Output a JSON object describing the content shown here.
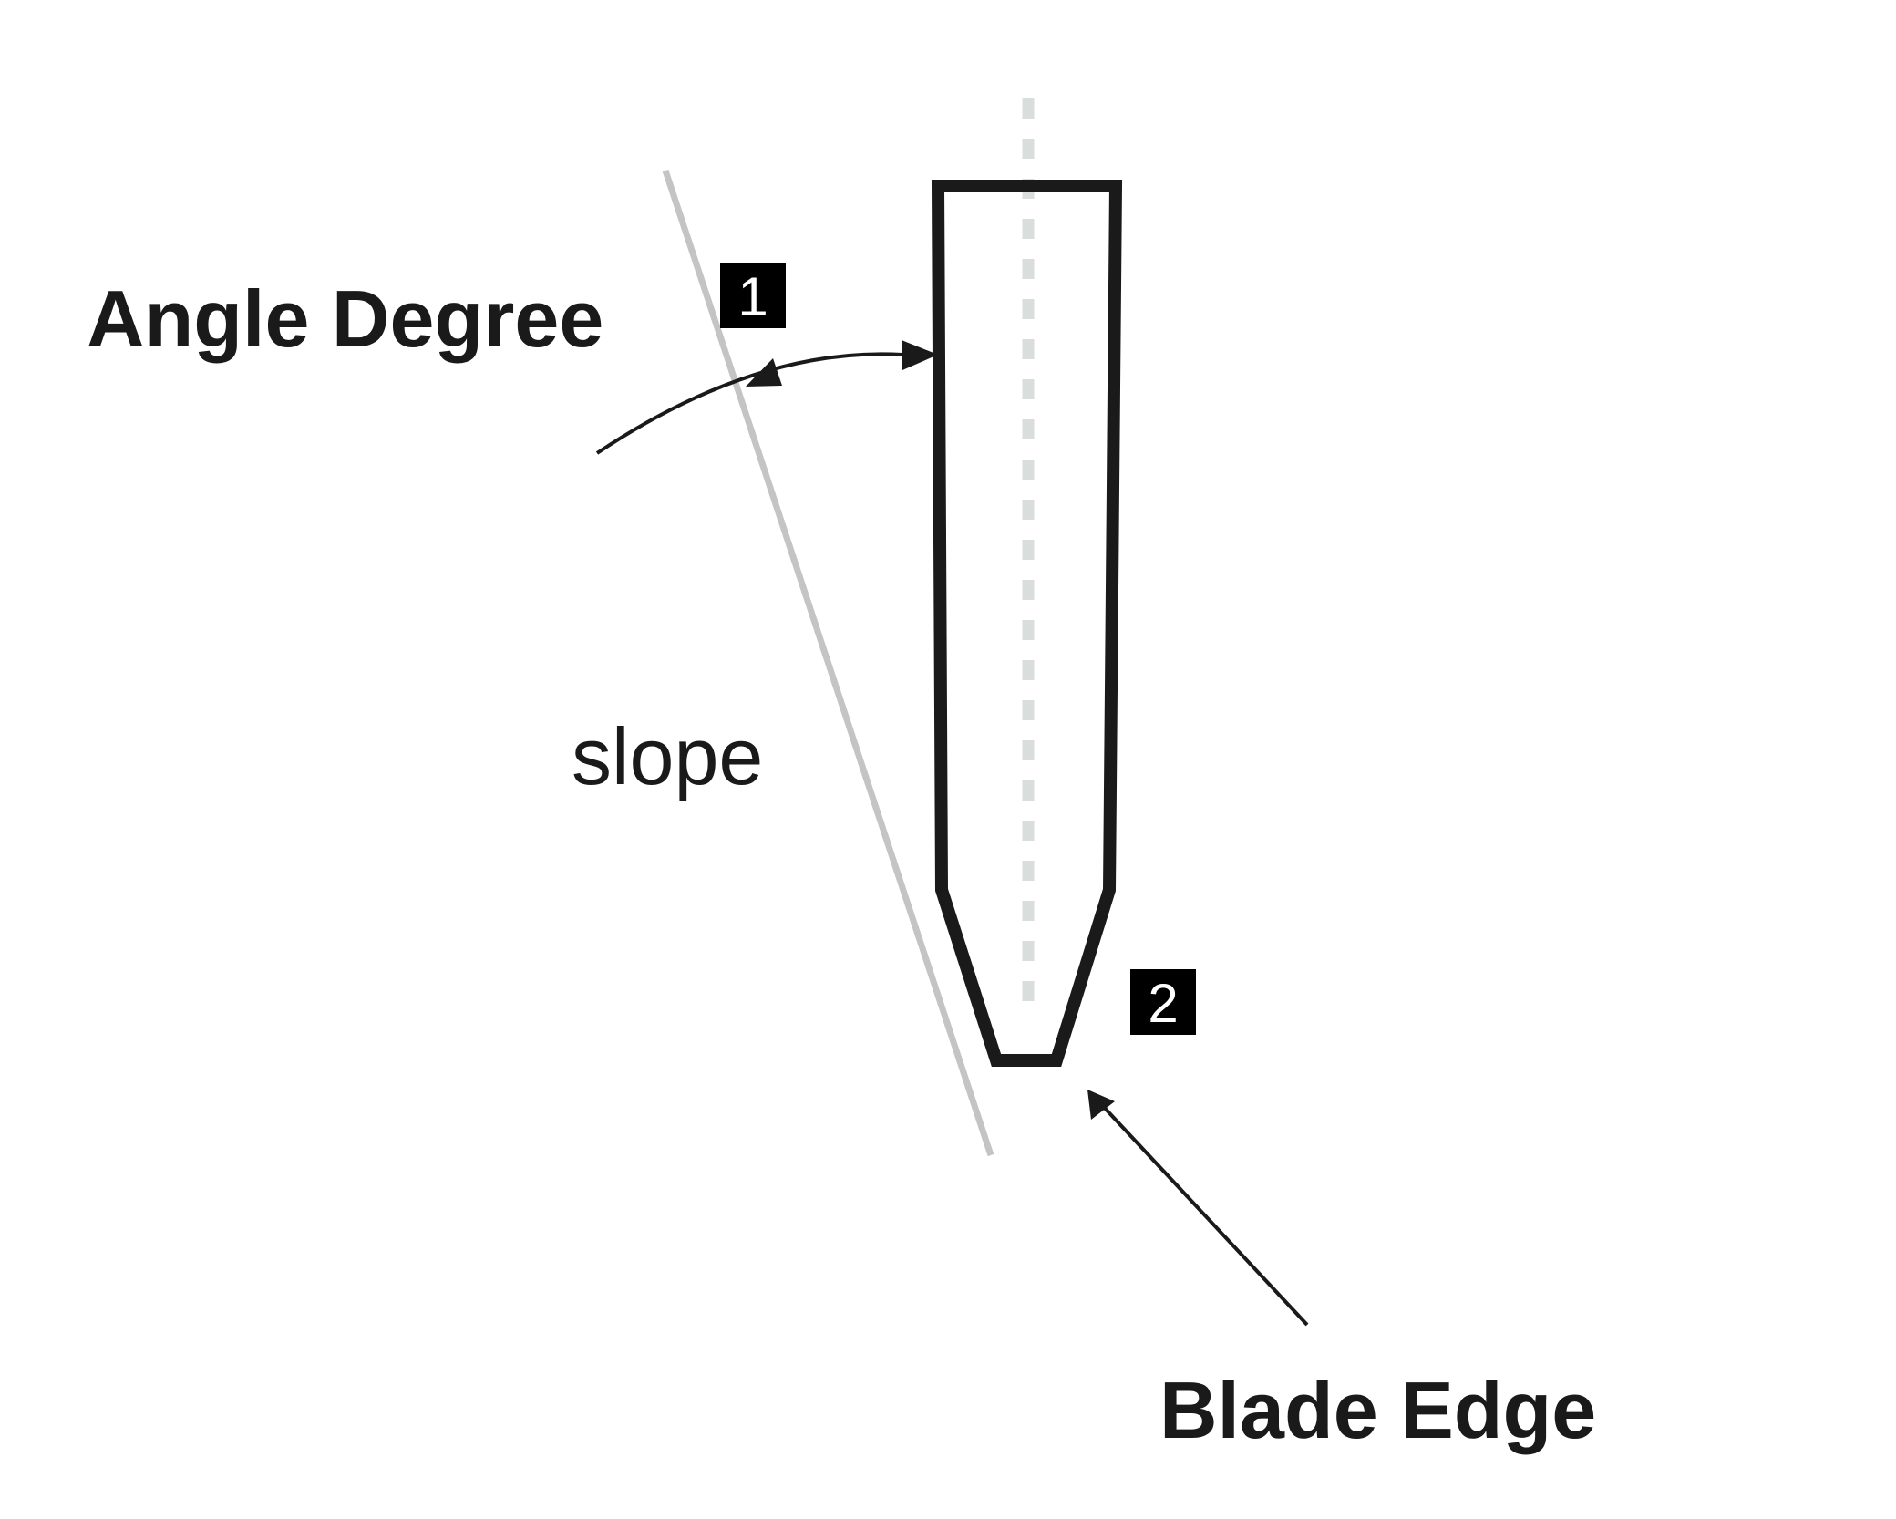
{
  "labels": {
    "angle_degree": "Angle Degree",
    "slope": "slope",
    "blade_edge": "Blade Edge"
  },
  "badges": {
    "badge_1": "1",
    "badge_2": "2"
  },
  "colors": {
    "outline": "#1a1a1a",
    "slope_line": "#c4c4c4",
    "center_line": "#d9dedd",
    "badge_bg": "#000000",
    "badge_text": "#ffffff",
    "background": "#ffffff"
  }
}
